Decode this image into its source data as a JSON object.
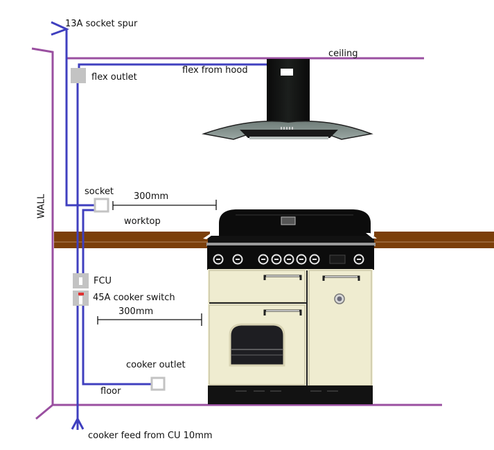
{
  "diagram": {
    "title": "Kitchen cooker and hood wiring layout",
    "colors": {
      "structure": "#9a4fa0",
      "cable": "#3f3fbf",
      "worktop": "#7b3f0a",
      "accessory": "#c3c3c3",
      "cooker_body": "#f2efd6",
      "cooker_black": "#0c0c0c",
      "switch_red": "#e03030"
    },
    "labels": {
      "socket_spur": "13A socket spur",
      "ceiling": "ceiling",
      "flex_outlet": "flex outlet",
      "flex_from_hood": "flex from hood",
      "wall": "WALL",
      "socket": "socket",
      "dimension_upper": "300mm",
      "worktop": "worktop",
      "fcu": "FCU",
      "cooker_switch": "45A cooker switch",
      "dimension_lower": "300mm",
      "cooker_outlet": "cooker outlet",
      "floor": "floor",
      "cooker_feed": "cooker feed from CU 10mm"
    },
    "appliances": {
      "hood": "cooker-hood",
      "range": "range-cooker",
      "range_knob_count": 8
    }
  }
}
